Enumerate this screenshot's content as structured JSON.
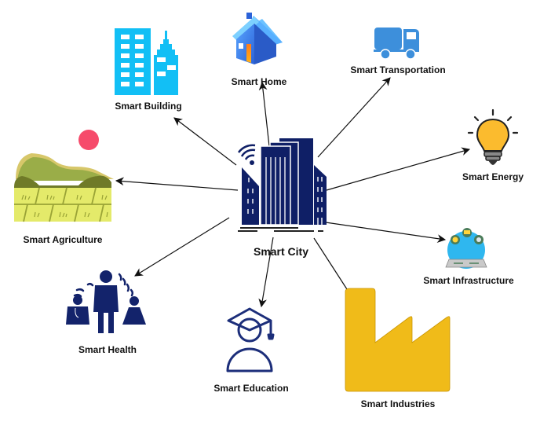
{
  "diagram": {
    "center": {
      "label": "Smart City",
      "icon": "city-buildings-wifi-icon",
      "color": "#0f1f66"
    },
    "nodes": [
      {
        "id": "building",
        "label": "Smart Building",
        "icon": "office-buildings-icon",
        "color": "#12bff5"
      },
      {
        "id": "home",
        "label": "Smart Home",
        "icon": "house-icon",
        "color": "#3a8df0"
      },
      {
        "id": "transportation",
        "label": "Smart Transportation",
        "icon": "truck-icon",
        "color": "#3d8fdb"
      },
      {
        "id": "energy",
        "label": "Smart Energy",
        "icon": "light-bulb-icon",
        "color": "#fbbb2e"
      },
      {
        "id": "infrastructure",
        "label": "Smart Infrastructure",
        "icon": "infrastructure-network-icon",
        "color": "#2fb7ef"
      },
      {
        "id": "industries",
        "label": "Smart Industries",
        "icon": "factory-icon",
        "color": "#f0bb19"
      },
      {
        "id": "education",
        "label": "Smart Education",
        "icon": "graduate-icon",
        "color": "#1c2e7a"
      },
      {
        "id": "health",
        "label": "Smart Health",
        "icon": "people-health-icon",
        "color": "#13236b"
      },
      {
        "id": "agriculture",
        "label": "Smart Agriculture",
        "icon": "farm-landscape-icon",
        "color": "#e4ea6a"
      }
    ],
    "edges": [
      {
        "from": "center",
        "to": "building",
        "arrow": true
      },
      {
        "from": "center",
        "to": "home",
        "arrow": true
      },
      {
        "from": "center",
        "to": "transportation",
        "arrow": true
      },
      {
        "from": "center",
        "to": "energy",
        "arrow": true
      },
      {
        "from": "center",
        "to": "infrastructure",
        "arrow": true
      },
      {
        "from": "center",
        "to": "industries",
        "arrow": false
      },
      {
        "from": "center",
        "to": "education",
        "arrow": true
      },
      {
        "from": "center",
        "to": "health",
        "arrow": true
      },
      {
        "from": "center",
        "to": "agriculture",
        "arrow": true
      }
    ]
  }
}
